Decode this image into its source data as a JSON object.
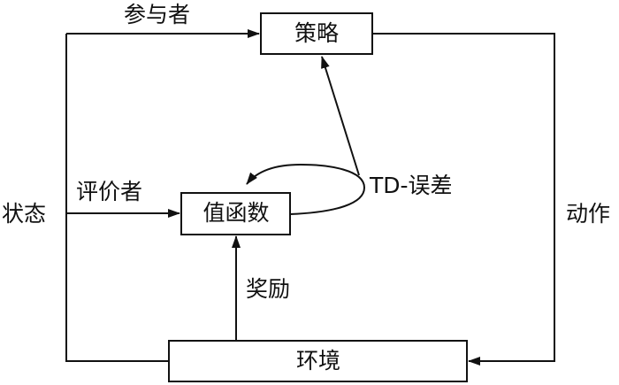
{
  "diagram": {
    "nodes": {
      "policy": "策略",
      "value_function": "值函数",
      "environment": "环境"
    },
    "edge_labels": {
      "actor": "参与者",
      "critic": "评价者",
      "td_error": "TD-误差",
      "state": "状态",
      "action": "动作",
      "reward": "奖励"
    }
  }
}
